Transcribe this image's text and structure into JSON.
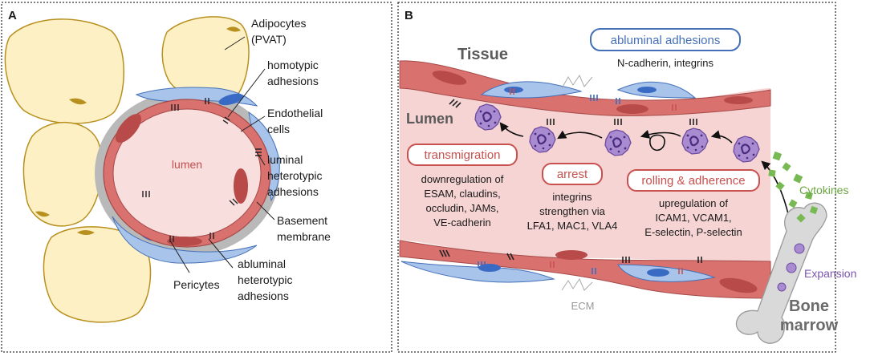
{
  "panel_a": {
    "letter": "A",
    "lumen": "lumen",
    "adipocytes_line1": "Adipocytes",
    "adipocytes_line2": "(PVAT)",
    "homotypic_line1": "homotypic",
    "homotypic_line2": "adhesions",
    "endothelial_line1": "Endothelial",
    "endothelial_line2": "cells",
    "luminal_line1": "luminal",
    "luminal_line2": "heterotypic",
    "luminal_line3": "adhesions",
    "basement_line1": "Basement",
    "basement_line2": "membrane",
    "pericytes": "Pericytes",
    "abluminal_line1": "abluminal",
    "abluminal_line2": "heterotypic",
    "abluminal_line3": "adhesions"
  },
  "panel_b": {
    "letter": "B",
    "tissue": "Tissue",
    "lumen": "Lumen",
    "abluminal_box": "abluminal adhesions",
    "abluminal_text": "N-cadherin, integrins",
    "transmigration_box": "transmigration",
    "transmigration_line1": "downregulation of",
    "transmigration_line2": "ESAM, claudins,",
    "transmigration_line3": "occludin, JAMs,",
    "transmigration_line4": "VE-cadherin",
    "arrest_box": "arrest",
    "arrest_line1": "integrins",
    "arrest_line2": "strengthen via",
    "arrest_line3": "LFA1, MAC1, VLA4",
    "rolling_box": "rolling & adherence",
    "rolling_line1": "upregulation of",
    "rolling_line2": "ICAM1, VCAM1,",
    "rolling_line3": "E-selectin, P-selectin",
    "ecm": "ECM",
    "cytokines": "Cytokines",
    "expansion": "Expansion",
    "bone_line1": "Bone",
    "bone_line2": "marrow"
  },
  "colors": {
    "endothelium": "#d9716f",
    "endothelium_nucleus": "#b84b4a",
    "lumen_fill": "#f9dede",
    "blood_vessel_band": "#f5d4d3",
    "pericyte": "#a8c4ea",
    "pericyte_nucleus": "#3a6bc4",
    "adipocyte": "#fdf0c4",
    "adipocyte_edge": "#b8901f",
    "basement": "#b9b9b9",
    "leukocyte": "#8a6bbf",
    "cytokine": "#77b952",
    "box_red": "#c8504e",
    "box_blue": "#4470b8",
    "bone": "#d9d9d9"
  }
}
